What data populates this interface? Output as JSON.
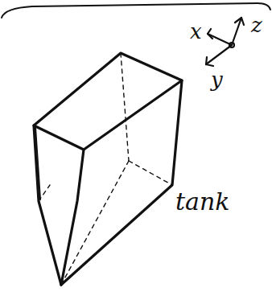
{
  "diagram": {
    "labels": [
      "x",
      "y",
      "z",
      "tank"
    ]
  }
}
